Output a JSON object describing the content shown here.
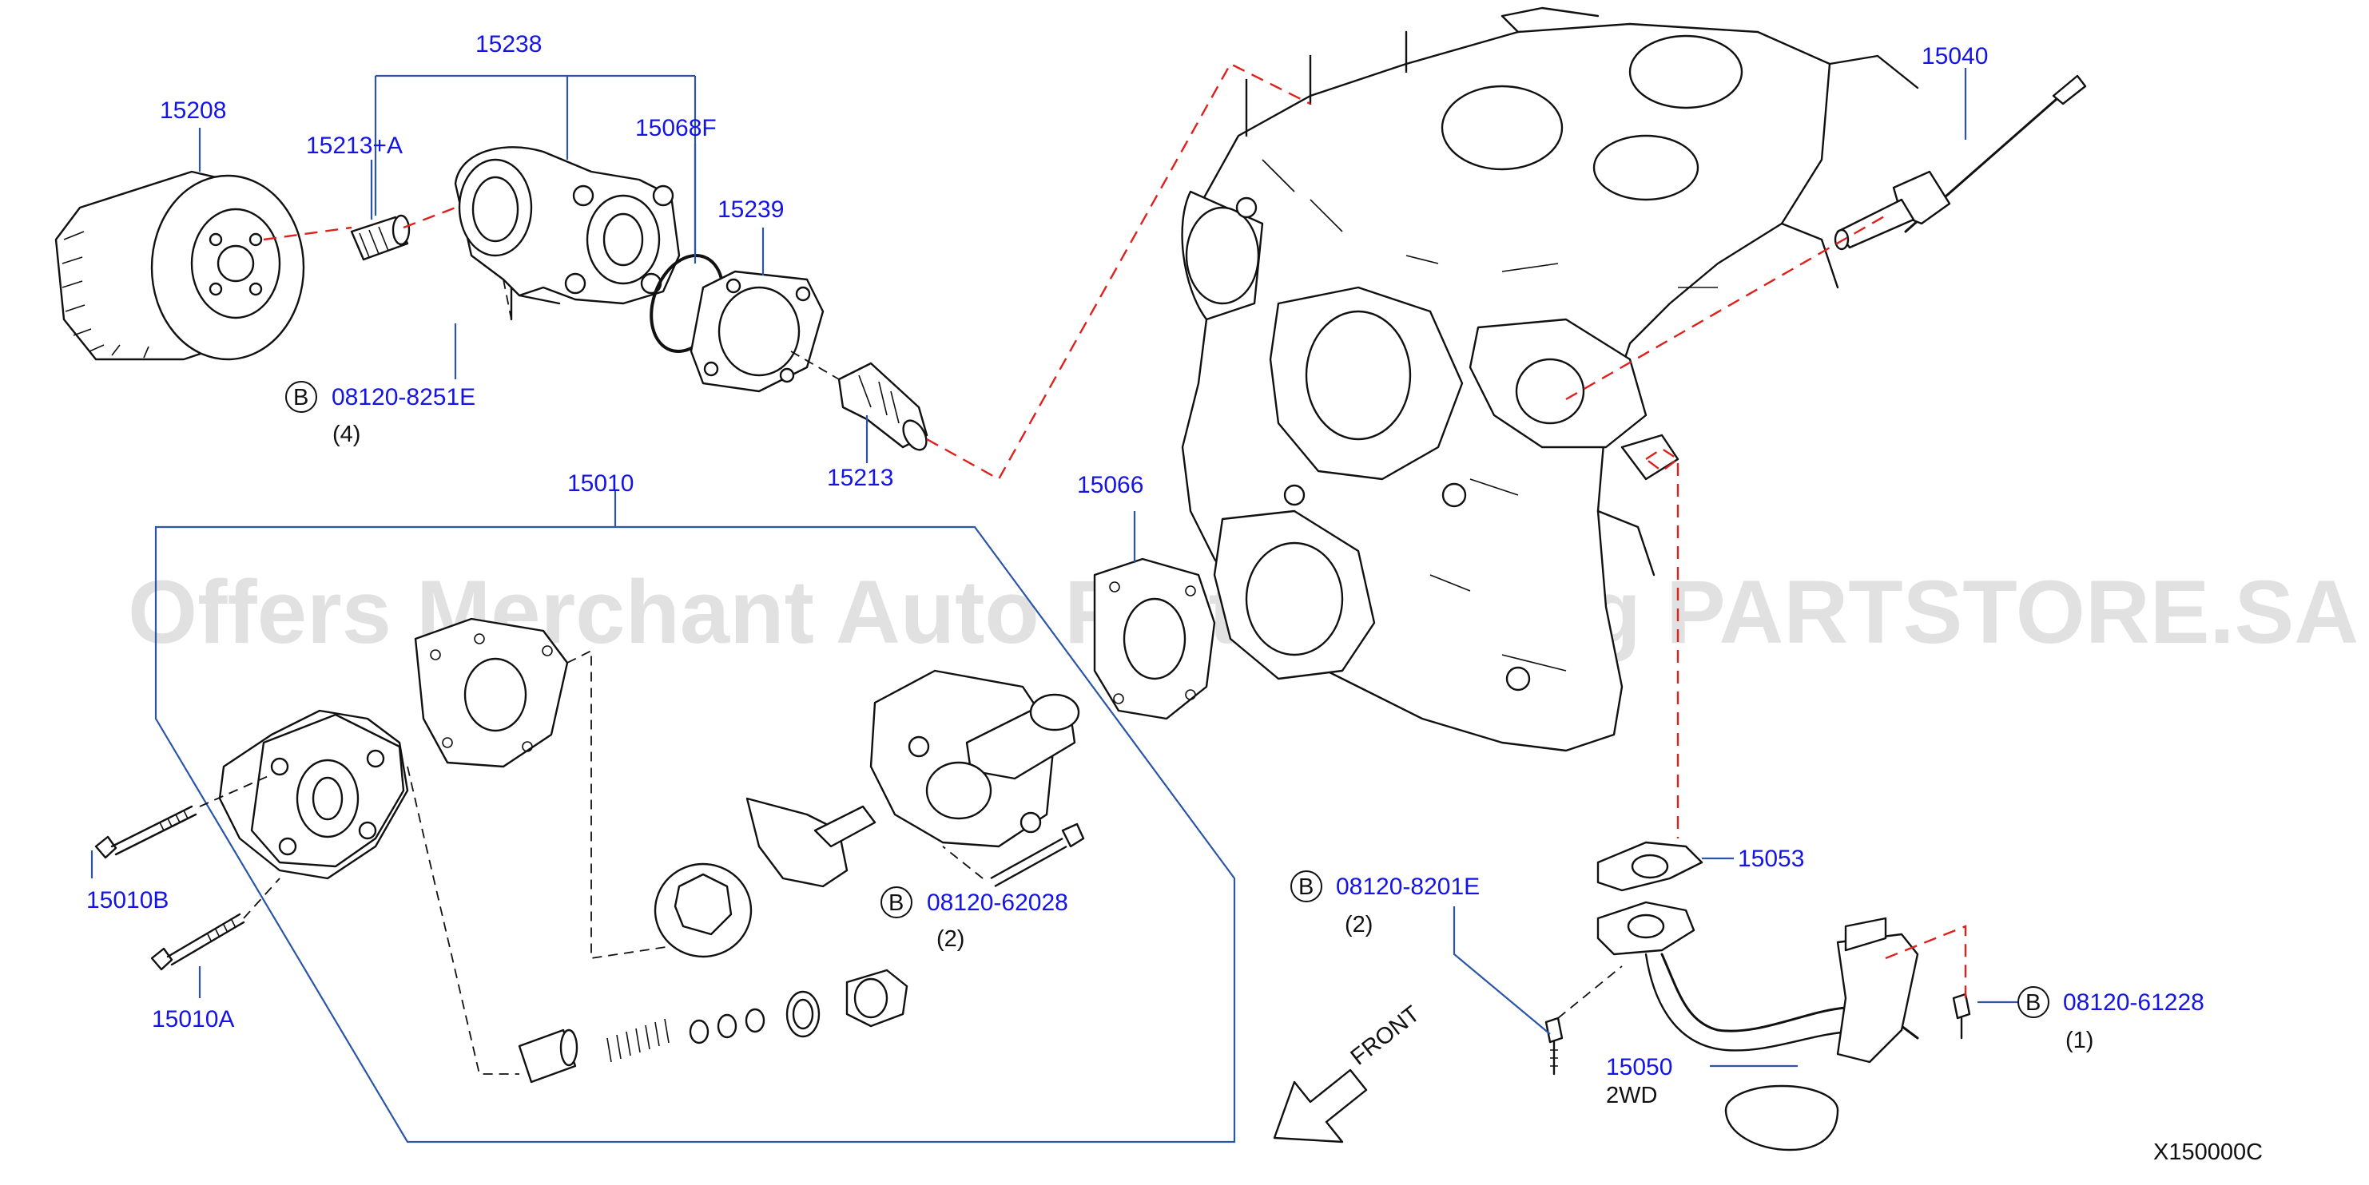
{
  "diagram": {
    "watermark": "Offers Merchant Auto Parts Catalog PARTSTORE.SA",
    "catalog_code": "X150000C",
    "front_label": "FRONT",
    "parts": {
      "p15238": "15238",
      "p15208": "15208",
      "p15213A": "15213+A",
      "p15068F": "15068F",
      "p15239": "15239",
      "p15213": "15213",
      "p15040": "15040",
      "p15010": "15010",
      "p15066": "15066",
      "p15010B": "15010B",
      "p15010A": "15010A",
      "p15053": "15053",
      "p15050": "15050",
      "variant_2wd": "2WD"
    },
    "bolts": {
      "b1": {
        "badge": "B",
        "code": "08120-8251E",
        "qty": "(4)"
      },
      "b2": {
        "badge": "B",
        "code": "08120-62028",
        "qty": "(2)"
      },
      "b3": {
        "badge": "B",
        "code": "08120-8201E",
        "qty": "(2)"
      },
      "b4": {
        "badge": "B",
        "code": "08120-61228",
        "qty": "(1)"
      }
    }
  }
}
